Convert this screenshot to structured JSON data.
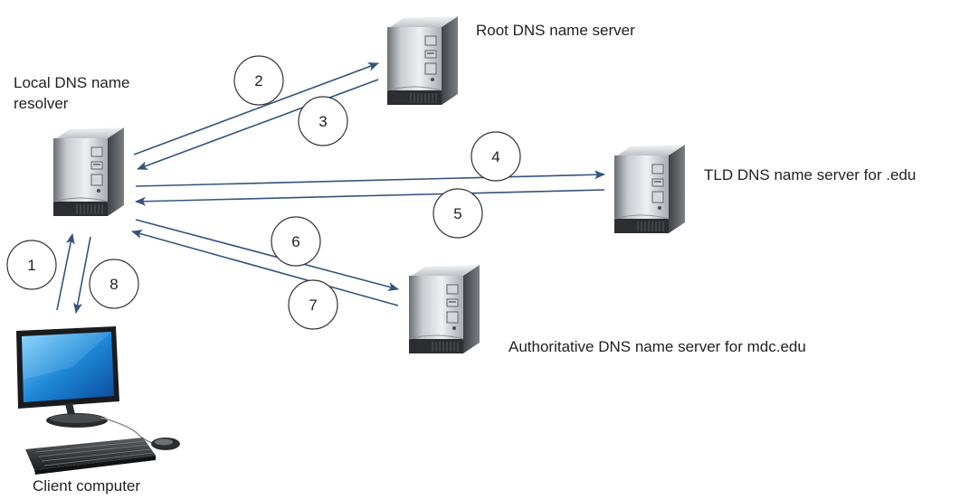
{
  "nodes": {
    "local_resolver": {
      "label_line1": "Local DNS name",
      "label_line2": "resolver"
    },
    "root_server": {
      "label": "Root DNS name server"
    },
    "tld_server": {
      "label": "TLD DNS name server for .edu"
    },
    "auth_server": {
      "label": "Authoritative DNS name server for mdc.edu"
    },
    "client": {
      "label": "Client computer"
    }
  },
  "steps": [
    "1",
    "2",
    "3",
    "4",
    "5",
    "6",
    "7",
    "8"
  ],
  "colors": {
    "arrow": "#34547c",
    "circle_stroke": "#333333",
    "text": "#231f20"
  }
}
